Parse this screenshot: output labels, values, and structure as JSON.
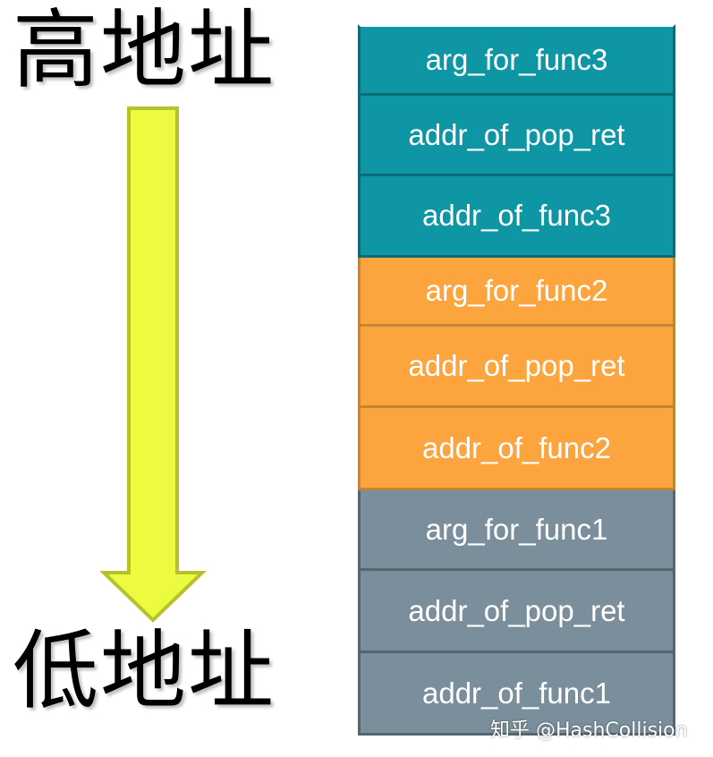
{
  "labels": {
    "high_address": "高地址",
    "low_address": "低地址"
  },
  "arrow": {
    "direction": "down",
    "fill_color": "#ecfb3f",
    "stroke_color": "#b7c22a"
  },
  "colors": {
    "teal": "#0e96a4",
    "orange": "#fca43e",
    "gray": "#7a8f9b",
    "text": "#ffffff"
  },
  "stack": {
    "groups": [
      {
        "name": "func3",
        "color": "teal",
        "cells": [
          {
            "label": "arg_for_func3",
            "height": 80
          },
          {
            "label": "addr_of_pop_ret",
            "height": 90
          },
          {
            "label": "addr_of_func3",
            "height": 91
          }
        ]
      },
      {
        "name": "func2",
        "color": "orange",
        "cells": [
          {
            "label": "arg_for_func2",
            "height": 77
          },
          {
            "label": "addr_of_pop_ret",
            "height": 91
          },
          {
            "label": "addr_of_func2",
            "height": 92
          }
        ]
      },
      {
        "name": "func1",
        "color": "gray",
        "cells": [
          {
            "label": "arg_for_func1",
            "height": 90
          },
          {
            "label": "addr_of_pop_ret",
            "height": 92
          },
          {
            "label": "addr_of_func1",
            "height": 92
          }
        ]
      }
    ]
  },
  "watermark": "知乎 @HashCollision"
}
